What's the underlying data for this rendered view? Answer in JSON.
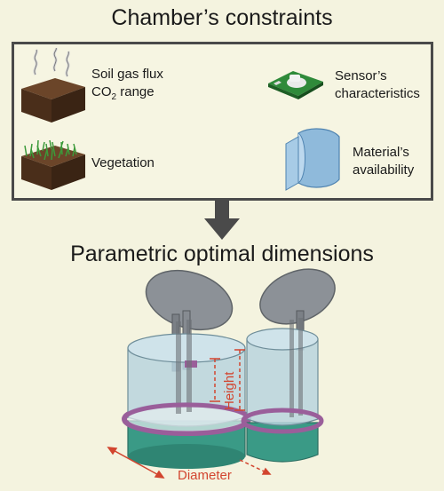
{
  "header": {
    "title": "Chamber’s constraints"
  },
  "constraints": {
    "soil_flux": {
      "line1": "Soil gas flux",
      "line2_prefix": "CO",
      "line2_sub": "2",
      "line2_suffix": " range"
    },
    "sensor": {
      "line1": "Sensor’s",
      "line2": "characteristics"
    },
    "vegetation": {
      "label": "Vegetation"
    },
    "material": {
      "line1": "Material’s",
      "line2": "availability"
    }
  },
  "result": {
    "title": "Parametric optimal dimensions",
    "height_label": "Height",
    "diameter_label": "Diameter"
  },
  "colors": {
    "background": "#f4f3df",
    "soil": "#5a3a22",
    "dimension_red": "#d2452f",
    "chamber_teal": "#3a9a86",
    "chamber_glass": "#b8d4de",
    "lid_gray": "#8a9096"
  }
}
